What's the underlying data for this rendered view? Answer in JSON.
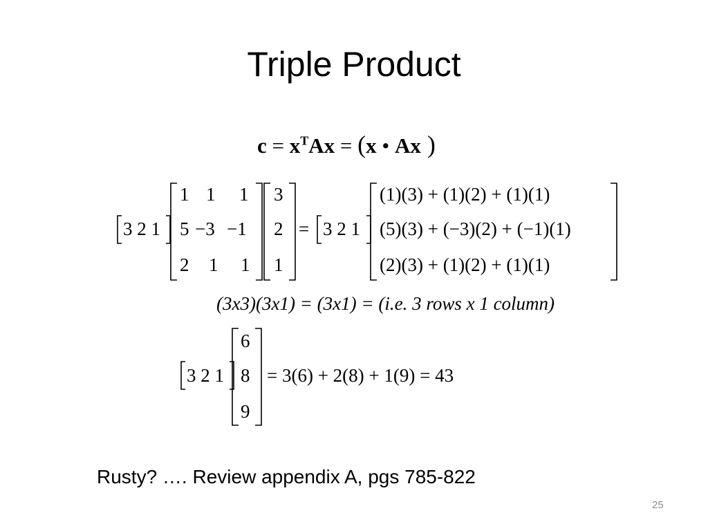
{
  "slide": {
    "title": "Triple Product",
    "page_number": "25",
    "footer": "Rusty? …. Review appendix A,  pgs 785-822"
  },
  "equation1": {
    "c": "c",
    "eq1": " = ",
    "x": "x",
    "T": "T",
    "Ax": "Ax",
    "eq2": " = ",
    "lp": "(",
    "x2": "x",
    "dot": " • ",
    "Ax2": "Ax",
    "rp": " )"
  },
  "product1": {
    "row_vector": "3 2 1",
    "matrix_rows": [
      [
        "1",
        "1",
        "1"
      ],
      [
        "5",
        "−3",
        "−1"
      ],
      [
        "2",
        "1",
        "1"
      ]
    ],
    "column_vector": [
      "3",
      "2",
      "1"
    ],
    "equals": "=",
    "result_row_vector": "3 2 1",
    "result_rows": [
      "(1)(3) + (1)(2) + (1)(1)",
      "(5)(3) + (−3)(2) + (−1)(1)",
      "(2)(3) + (1)(2) + (1)(1)"
    ]
  },
  "dimensions_note": "(3x3)(3x1) = (3x1) = (i.e. 3 rows x 1 column)",
  "product2": {
    "row_vector": "3 2 1",
    "column_vector": [
      "6",
      "8",
      "9"
    ],
    "result": "= 3(6) + 2(8) + 1(9) = 43"
  }
}
